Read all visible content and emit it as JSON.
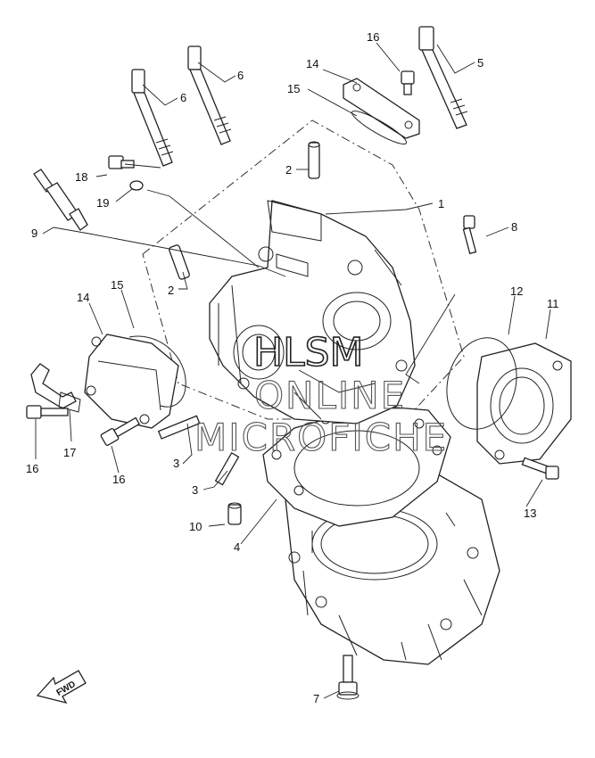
{
  "watermark": {
    "line1": "HLSM",
    "line2": "ONLINE",
    "line3": "MICROFICHE"
  },
  "fwd_label": "FWD",
  "callouts": [
    {
      "id": "c1",
      "text": "1"
    },
    {
      "id": "c2a",
      "text": "2"
    },
    {
      "id": "c2b",
      "text": "2"
    },
    {
      "id": "c3a",
      "text": "3"
    },
    {
      "id": "c3b",
      "text": "3"
    },
    {
      "id": "c4",
      "text": "4"
    },
    {
      "id": "c5",
      "text": "5"
    },
    {
      "id": "c6a",
      "text": "6"
    },
    {
      "id": "c6b",
      "text": "6"
    },
    {
      "id": "c7",
      "text": "7"
    },
    {
      "id": "c8",
      "text": "8"
    },
    {
      "id": "c9",
      "text": "9"
    },
    {
      "id": "c10",
      "text": "10"
    },
    {
      "id": "c11",
      "text": "11"
    },
    {
      "id": "c12",
      "text": "12"
    },
    {
      "id": "c13",
      "text": "13"
    },
    {
      "id": "c14a",
      "text": "14"
    },
    {
      "id": "c14b",
      "text": "14"
    },
    {
      "id": "c15a",
      "text": "15"
    },
    {
      "id": "c15b",
      "text": "15"
    },
    {
      "id": "c16a",
      "text": "16"
    },
    {
      "id": "c16b",
      "text": "16"
    },
    {
      "id": "c16c",
      "text": "16"
    },
    {
      "id": "c17",
      "text": "17"
    },
    {
      "id": "c18",
      "text": "18"
    },
    {
      "id": "c19",
      "text": "19"
    }
  ]
}
